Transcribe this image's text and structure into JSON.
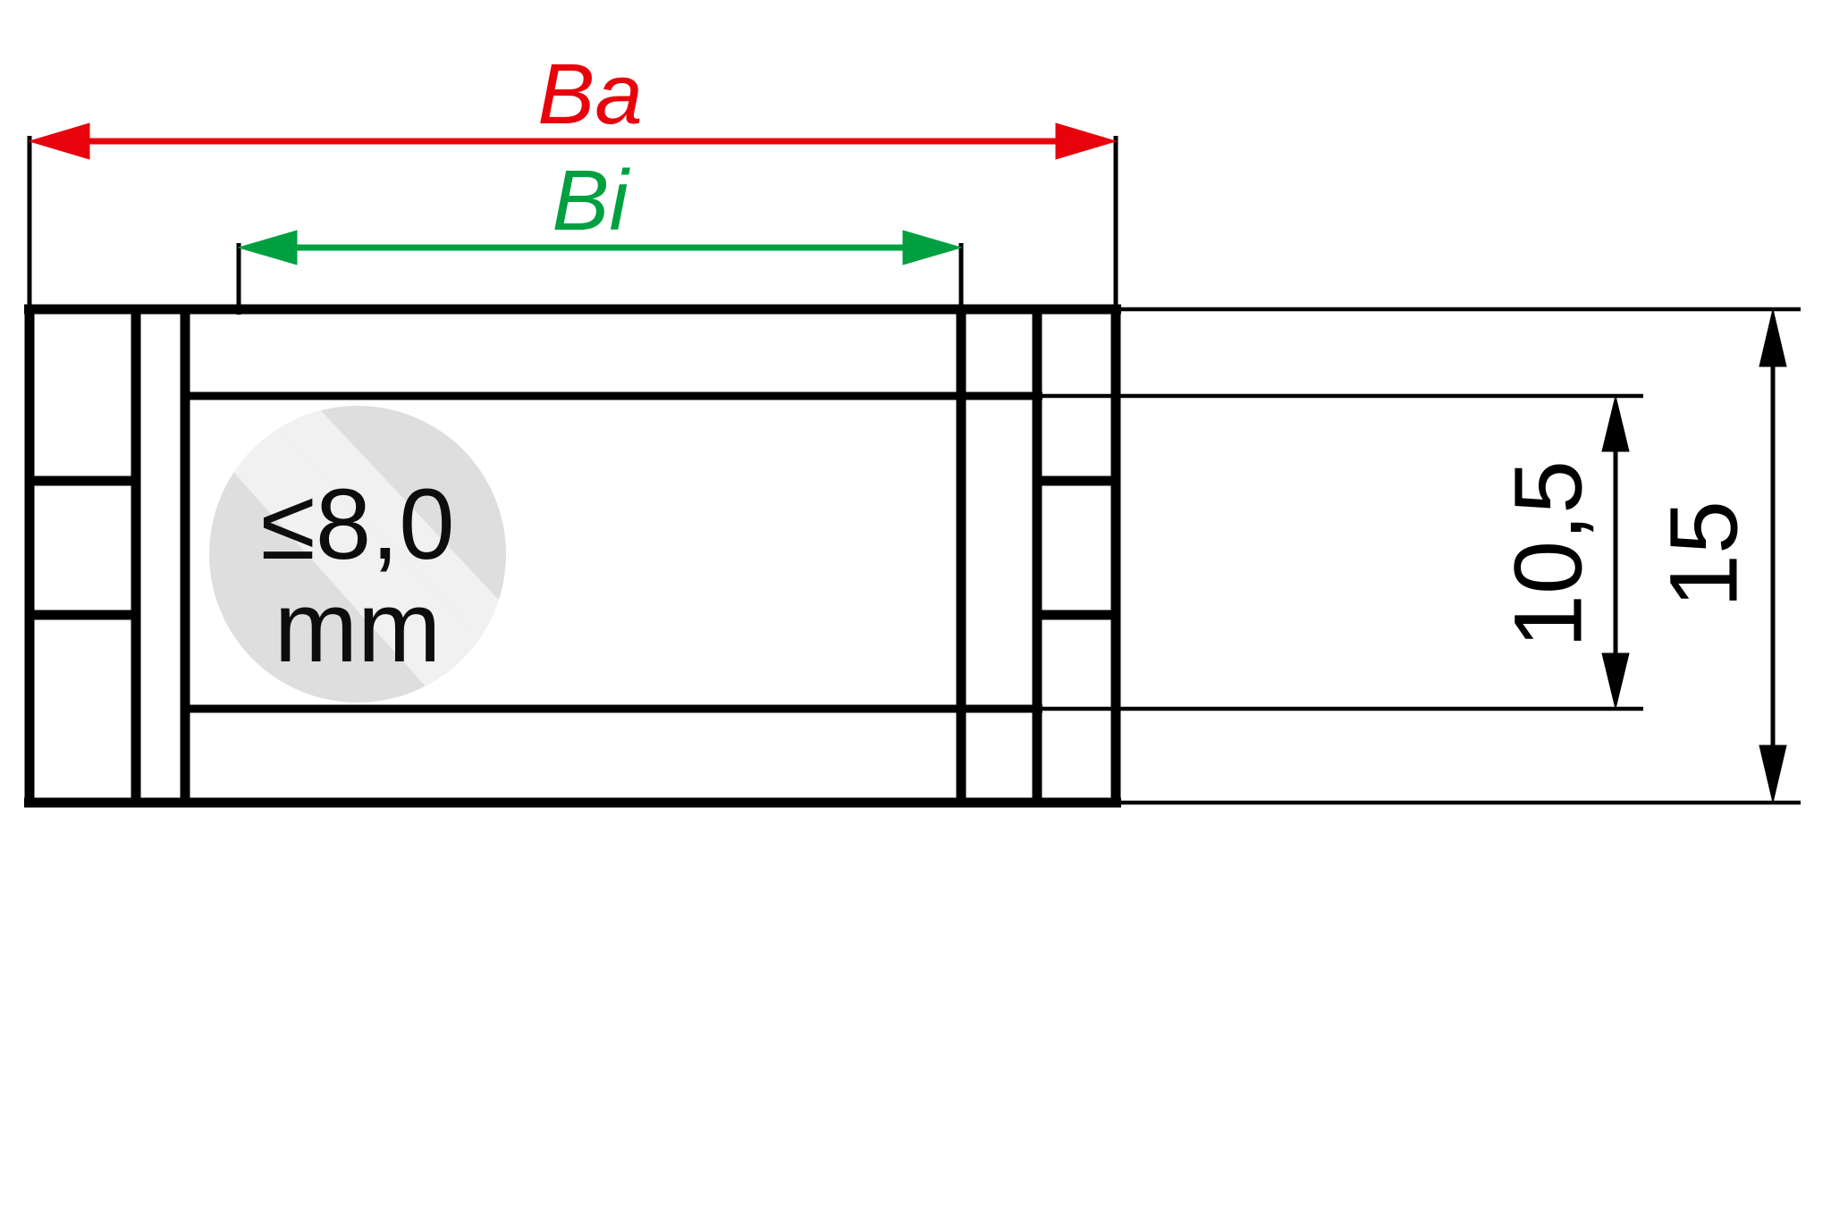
{
  "drawing": {
    "title": "Bearing width dimension drawing",
    "background_color": "#ffffff",
    "line_color": "#000000"
  },
  "dimensions": {
    "ba": {
      "label": "Ba",
      "color": "#e8020c",
      "name": "outer-width",
      "orientation": "horizontal",
      "arrow_style": "double-headed"
    },
    "bi": {
      "label": "Bi",
      "color": "#00a040",
      "name": "inner-width",
      "orientation": "horizontal",
      "arrow_style": "double-headed"
    },
    "height_outer": {
      "label": "15",
      "color": "#000000",
      "name": "outer-height",
      "orientation": "vertical",
      "arrow_style": "double-headed"
    },
    "height_inner": {
      "label": "10,5",
      "color": "#000000",
      "name": "inner-height",
      "orientation": "vertical",
      "arrow_style": "double-headed"
    }
  },
  "badge": {
    "line1": "≤8,0",
    "line2": "mm",
    "circle_color": "#dedede",
    "stripe_color": "#f1f1f1",
    "text_color": "#0d0d0d"
  }
}
